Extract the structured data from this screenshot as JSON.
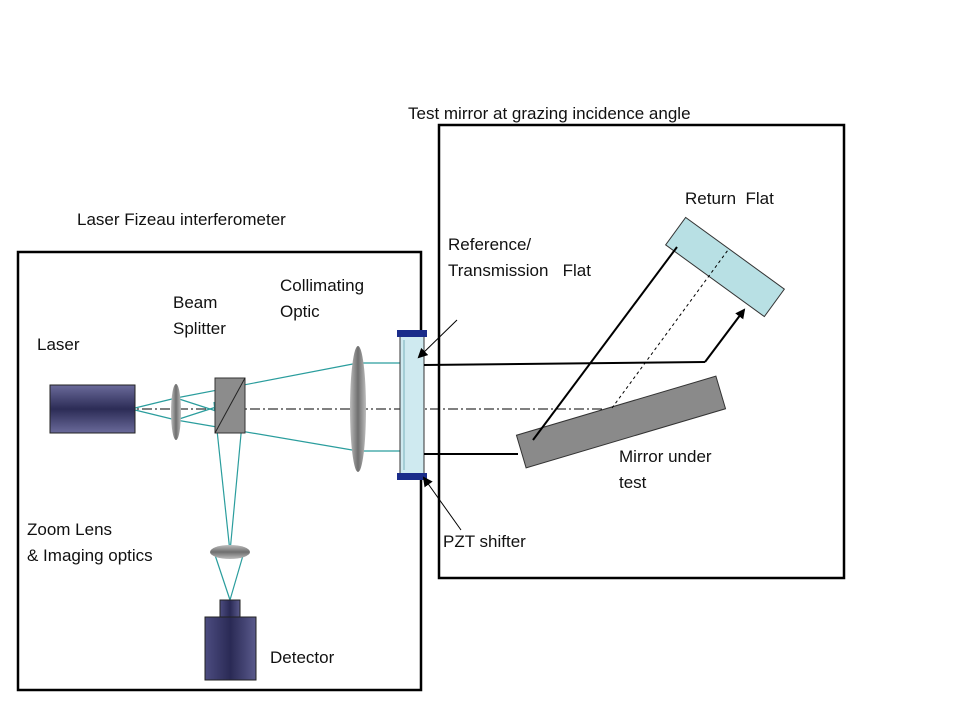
{
  "labels": {
    "test_mirror_title": "Test mirror at grazing incidence angle",
    "interferometer_title": "Laser Fizeau interferometer",
    "laser": "Laser",
    "beam_splitter_l1": "Beam",
    "beam_splitter_l2": "Splitter",
    "collimating_l1": "Collimating",
    "collimating_l2": "Optic",
    "reference_l1": "Reference/",
    "reference_l2": "Transmission   Flat",
    "return_flat": "Return  Flat",
    "mirror_l1": "Mirror under",
    "mirror_l2": "test",
    "pzt": "PZT shifter",
    "zoom_l1": "Zoom Lens",
    "zoom_l2": "& Imaging optics",
    "detector": "Detector"
  },
  "colors": {
    "beam": "#2a9d9d",
    "return_flat_fill": "#b8e0e4",
    "reference_flat_fill": "#cfeaf0",
    "pzt_fill": "#1a2c8a",
    "mirror_fill": "#8a8a8a",
    "laser_fill": "#3a3a6a"
  }
}
